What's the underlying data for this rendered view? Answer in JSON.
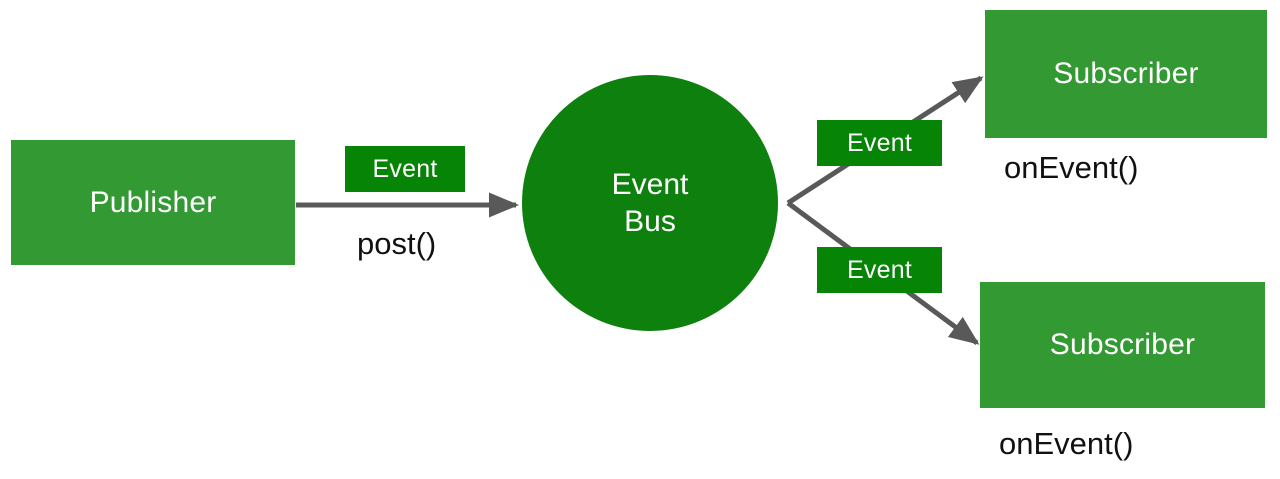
{
  "diagram": {
    "title": "Event Bus publish-subscribe diagram",
    "colors": {
      "node_green": "#339933",
      "bus_green": "#0d800d",
      "chip_green": "#068406",
      "edge_gray": "#595959",
      "node_text": "#ffffff",
      "caption_text": "#111111",
      "background": "#ffffff"
    },
    "nodes": {
      "publisher": {
        "label": "Publisher"
      },
      "bus": {
        "label_line1": "Event",
        "label_line2": "Bus"
      },
      "subscriber_top": {
        "label": "Subscriber"
      },
      "subscriber_bottom": {
        "label": "Subscriber"
      }
    },
    "chips": {
      "event_post": "Event",
      "event_top": "Event",
      "event_bottom": "Event"
    },
    "captions": {
      "post": "post()",
      "on_event_top": "onEvent()",
      "on_event_bottom": "onEvent()"
    },
    "edges": [
      {
        "from": "publisher",
        "to": "bus",
        "label": "Event",
        "method": "post()",
        "arrow": "end"
      },
      {
        "from": "bus",
        "to": "subscriber_top",
        "label": "Event",
        "method": "onEvent()",
        "arrow": "end"
      },
      {
        "from": "bus",
        "to": "subscriber_bottom",
        "label": "Event",
        "method": "onEvent()",
        "arrow": "end"
      }
    ]
  }
}
